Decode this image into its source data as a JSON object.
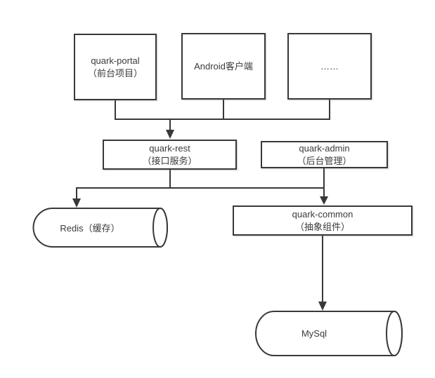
{
  "diagram": {
    "background": "#ffffff",
    "stroke_color": "#383838",
    "text_color": "#3a3a3a",
    "nodes": {
      "portal": {
        "title": "quark-portal",
        "subtitle": "（前台项目）"
      },
      "android": {
        "title": "Android客户端"
      },
      "ellipsis": {
        "title": "……"
      },
      "rest": {
        "title": "quark-rest",
        "subtitle": "（接口服务）"
      },
      "admin": {
        "title": "quark-admin",
        "subtitle": "（后台管理）"
      },
      "common": {
        "title": "quark-common",
        "subtitle": "（抽象组件）"
      },
      "redis": {
        "title": "Redis（缓存）"
      },
      "mysql": {
        "title": "MySql"
      }
    },
    "edges": [
      {
        "from": "quark-portal",
        "to": "quark-rest"
      },
      {
        "from": "Android客户端",
        "to": "quark-rest"
      },
      {
        "from": "……",
        "to": "quark-rest"
      },
      {
        "from": "quark-rest",
        "to": "Redis（缓存）"
      },
      {
        "from": "quark-rest",
        "to": "quark-common"
      },
      {
        "from": "quark-admin",
        "to": "quark-common"
      },
      {
        "from": "quark-common",
        "to": "MySql"
      }
    ]
  }
}
